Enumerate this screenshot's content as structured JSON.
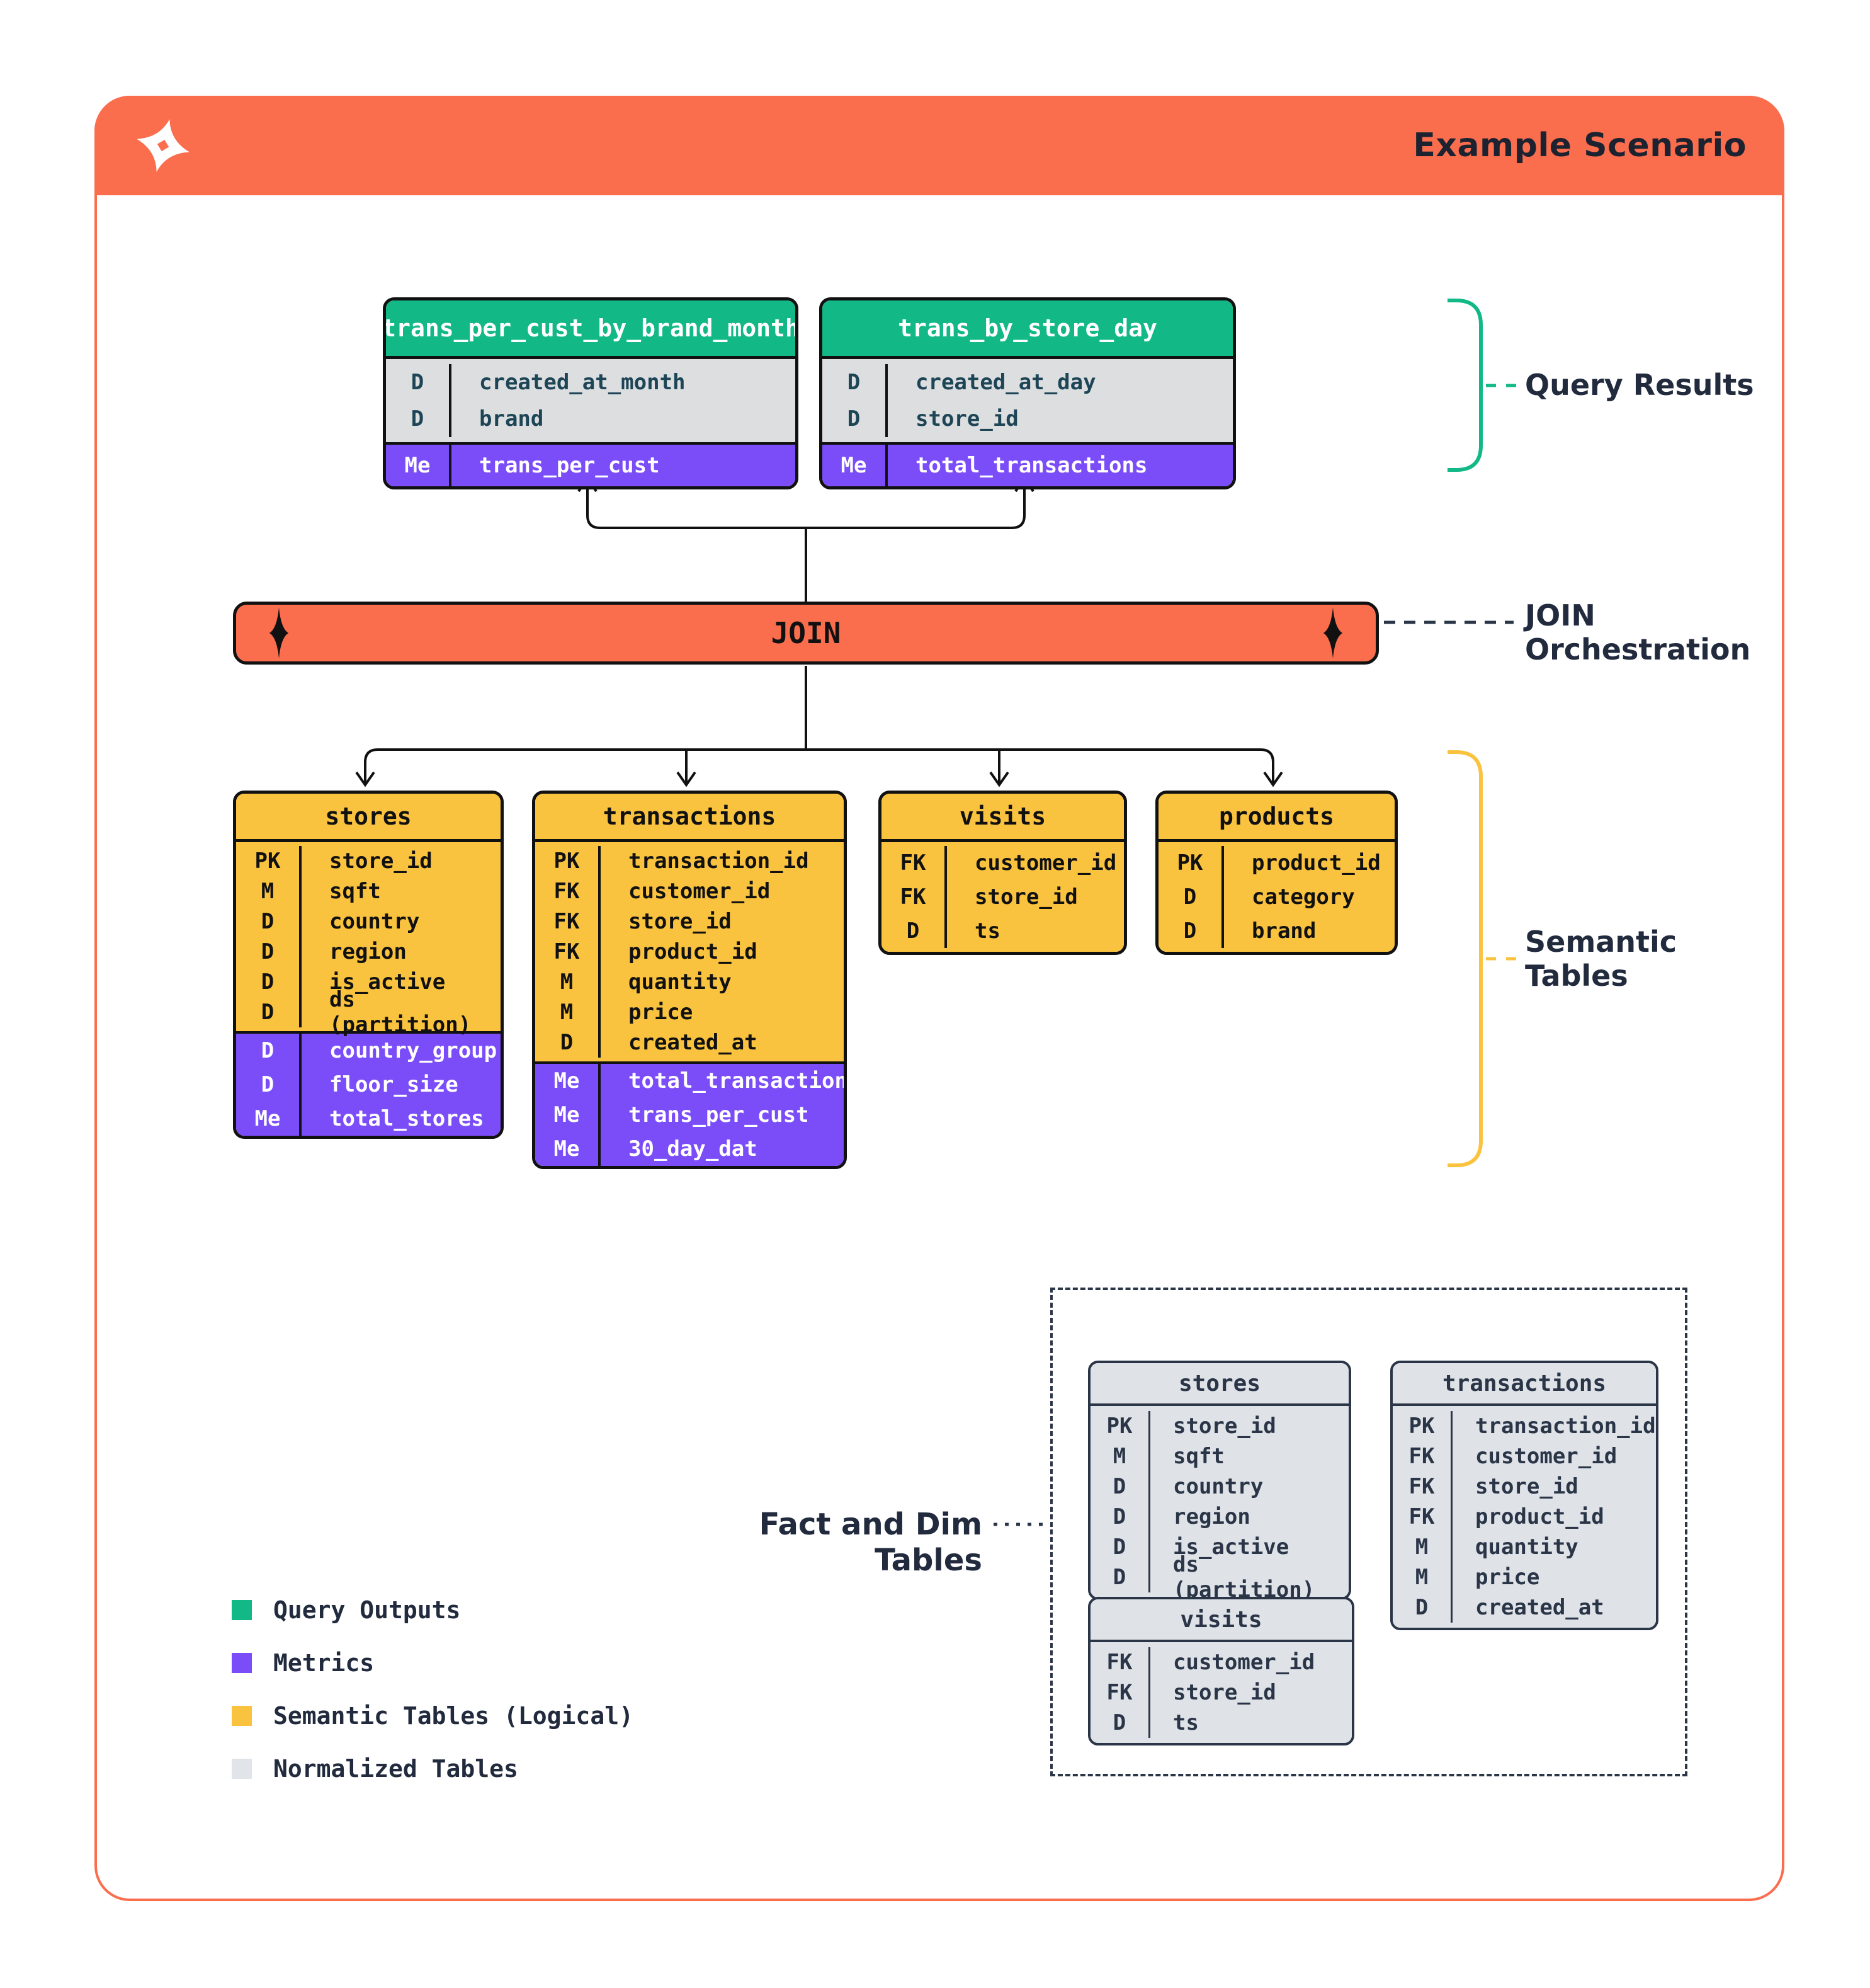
{
  "header": {
    "title": "Example Scenario",
    "logo": "dagster-sparkle-logo"
  },
  "join": {
    "label": "JOIN"
  },
  "annotations": {
    "query_results": "Query Results",
    "join_orchestration_line1": "JOIN",
    "join_orchestration_line2": "Orchestration",
    "semantic_tables_line1": "Semantic",
    "semantic_tables_line2": "Tables",
    "fact_dim": "Fact and Dim Tables"
  },
  "colors": {
    "accent_orange": "#fa6e4e",
    "green": "#12b886",
    "purple": "#7b4df9",
    "yellow": "#fac33f",
    "gray_row": "#dcdee0",
    "normalized_gray": "#dfe2e7",
    "ink": "#111111",
    "navy": "#2a3547"
  },
  "tables": {
    "query_results": [
      {
        "title": "trans_per_cust_by_brand_month",
        "fields": [
          {
            "k": "D",
            "v": "created_at_month"
          },
          {
            "k": "D",
            "v": "brand"
          }
        ],
        "metrics": [
          {
            "k": "Me",
            "v": "trans_per_cust"
          }
        ]
      },
      {
        "title": "trans_by_store_day",
        "fields": [
          {
            "k": "D",
            "v": "created_at_day"
          },
          {
            "k": "D",
            "v": "store_id"
          }
        ],
        "metrics": [
          {
            "k": "Me",
            "v": "total_transactions"
          }
        ]
      }
    ],
    "semantic": [
      {
        "title": "stores",
        "fields": [
          {
            "k": "PK",
            "v": "store_id"
          },
          {
            "k": "M",
            "v": "sqft"
          },
          {
            "k": "D",
            "v": "country"
          },
          {
            "k": "D",
            "v": "region"
          },
          {
            "k": "D",
            "v": "is_active"
          },
          {
            "k": "D",
            "v": "ds (partition)"
          }
        ],
        "metrics": [
          {
            "k": "D",
            "v": "country_group"
          },
          {
            "k": "D",
            "v": "floor_size"
          },
          {
            "k": "Me",
            "v": "total_stores"
          }
        ]
      },
      {
        "title": "transactions",
        "fields": [
          {
            "k": "PK",
            "v": "transaction_id"
          },
          {
            "k": "FK",
            "v": "customer_id"
          },
          {
            "k": "FK",
            "v": "store_id"
          },
          {
            "k": "FK",
            "v": "product_id"
          },
          {
            "k": "M",
            "v": "quantity"
          },
          {
            "k": "M",
            "v": "price"
          },
          {
            "k": "D",
            "v": "created_at"
          }
        ],
        "metrics": [
          {
            "k": "Me",
            "v": "total_transactions"
          },
          {
            "k": "Me",
            "v": "trans_per_cust"
          },
          {
            "k": "Me",
            "v": "30_day_dat"
          }
        ]
      },
      {
        "title": "visits",
        "fields": [
          {
            "k": "FK",
            "v": "customer_id"
          },
          {
            "k": "FK",
            "v": "store_id"
          },
          {
            "k": "D",
            "v": "ts"
          }
        ],
        "metrics": []
      },
      {
        "title": "products",
        "fields": [
          {
            "k": "PK",
            "v": "product_id"
          },
          {
            "k": "D",
            "v": "category"
          },
          {
            "k": "D",
            "v": "brand"
          }
        ],
        "metrics": []
      }
    ],
    "normalized": [
      {
        "title": "stores",
        "fields": [
          {
            "k": "PK",
            "v": "store_id"
          },
          {
            "k": "M",
            "v": "sqft"
          },
          {
            "k": "D",
            "v": "country"
          },
          {
            "k": "D",
            "v": "region"
          },
          {
            "k": "D",
            "v": "is_active"
          },
          {
            "k": "D",
            "v": "ds (partition)"
          }
        ],
        "metrics": []
      },
      {
        "title": "transactions",
        "fields": [
          {
            "k": "PK",
            "v": "transaction_id"
          },
          {
            "k": "FK",
            "v": "customer_id"
          },
          {
            "k": "FK",
            "v": "store_id"
          },
          {
            "k": "FK",
            "v": "product_id"
          },
          {
            "k": "M",
            "v": "quantity"
          },
          {
            "k": "M",
            "v": "price"
          },
          {
            "k": "D",
            "v": "created_at"
          }
        ],
        "metrics": []
      },
      {
        "title": "visits",
        "fields": [
          {
            "k": "FK",
            "v": "customer_id"
          },
          {
            "k": "FK",
            "v": "store_id"
          },
          {
            "k": "D",
            "v": "ts"
          }
        ],
        "metrics": []
      }
    ]
  },
  "legend": {
    "items": [
      {
        "swatch": "#12b886",
        "label": "Query Outputs"
      },
      {
        "swatch": "#7b4df9",
        "label": "Metrics"
      },
      {
        "swatch": "#fac33f",
        "label": "Semantic Tables (Logical)"
      },
      {
        "swatch": "#e1e4e9",
        "label": "Normalized Tables"
      }
    ]
  }
}
